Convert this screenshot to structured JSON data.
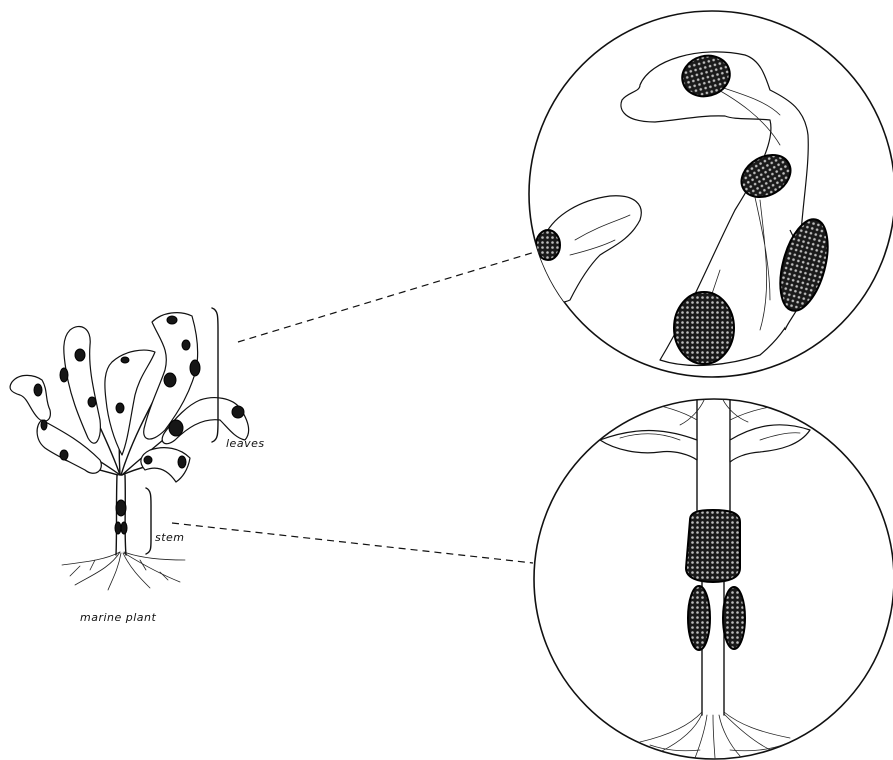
{
  "labels": {
    "leaves": "leaves",
    "stem": "stem",
    "caption": "marine plant"
  }
}
